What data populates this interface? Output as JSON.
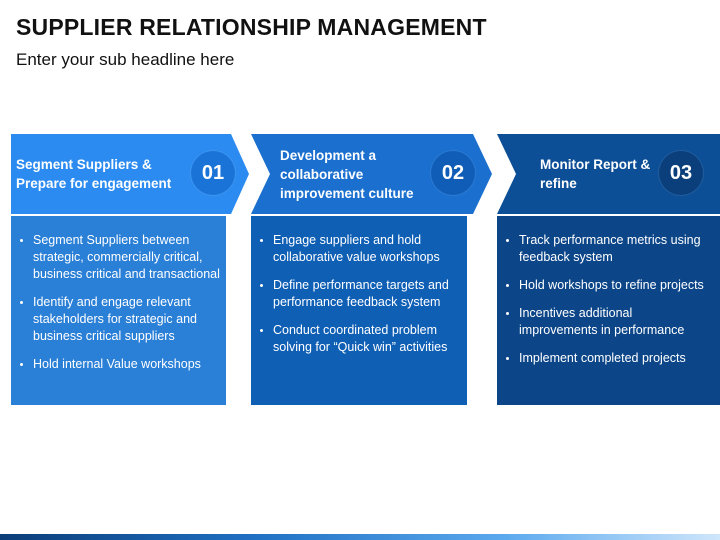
{
  "slide": {
    "title": "SUPPLIER RELATIONSHIP MANAGEMENT",
    "subtitle": "Enter your sub headline here"
  },
  "steps": [
    {
      "number": "01",
      "label": "Segment Suppliers & Prepare for engagement",
      "header_color": "#2b8bf0",
      "badge_color": "#1a74d8",
      "body_color": "#2a7fd6",
      "bullets": [
        "Segment Suppliers between strategic, commercially critical, business critical and transactional",
        "Identify and engage relevant stakeholders for strategic and business critical suppliers",
        "Hold internal Value workshops"
      ]
    },
    {
      "number": "02",
      "label": "Development a collaborative improvement culture",
      "header_color": "#1a6fcf",
      "badge_color": "#0f5db6",
      "body_color": "#0f5fb5",
      "bullets": [
        "Engage suppliers and hold collaborative value workshops",
        "Define performance targets and performance feedback system",
        "Conduct coordinated problem solving for “Quick win” activities"
      ]
    },
    {
      "number": "03",
      "label": "Monitor Report & refine",
      "header_color": "#0d4f96",
      "badge_color": "#0a3f7c",
      "body_color": "#0c4689",
      "bullets": [
        "Track performance metrics using feedback system",
        "Hold workshops to refine projects",
        "Incentives additional improvements in performance",
        "Implement completed projects"
      ]
    }
  ]
}
